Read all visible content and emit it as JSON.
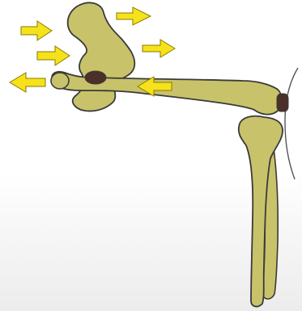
{
  "diagram": {
    "subject": "",
    "colors": {
      "background_top": "#ffffff",
      "background_bottom": "#ececec",
      "bone_fill": "#c8c36a",
      "outline": "#3a3a3a",
      "joint_fill": "#4a3028",
      "arrow_fill": "#f5e21a",
      "arrow_outline": "#8a7a00",
      "skin_line": "#555555"
    },
    "parts": [
      {
        "id": "pelvis",
        "label": ""
      },
      {
        "id": "femur",
        "label": ""
      },
      {
        "id": "tibia",
        "label": ""
      },
      {
        "id": "fibula",
        "label": ""
      },
      {
        "id": "hip-joint",
        "label": ""
      },
      {
        "id": "knee-joint",
        "label": ""
      }
    ],
    "arrows": [
      {
        "id": "arrow-1",
        "direction": "right"
      },
      {
        "id": "arrow-2",
        "direction": "right"
      },
      {
        "id": "arrow-3",
        "direction": "right"
      },
      {
        "id": "arrow-4",
        "direction": "right"
      },
      {
        "id": "arrow-5",
        "direction": "left"
      },
      {
        "id": "arrow-6",
        "direction": "left"
      }
    ]
  }
}
